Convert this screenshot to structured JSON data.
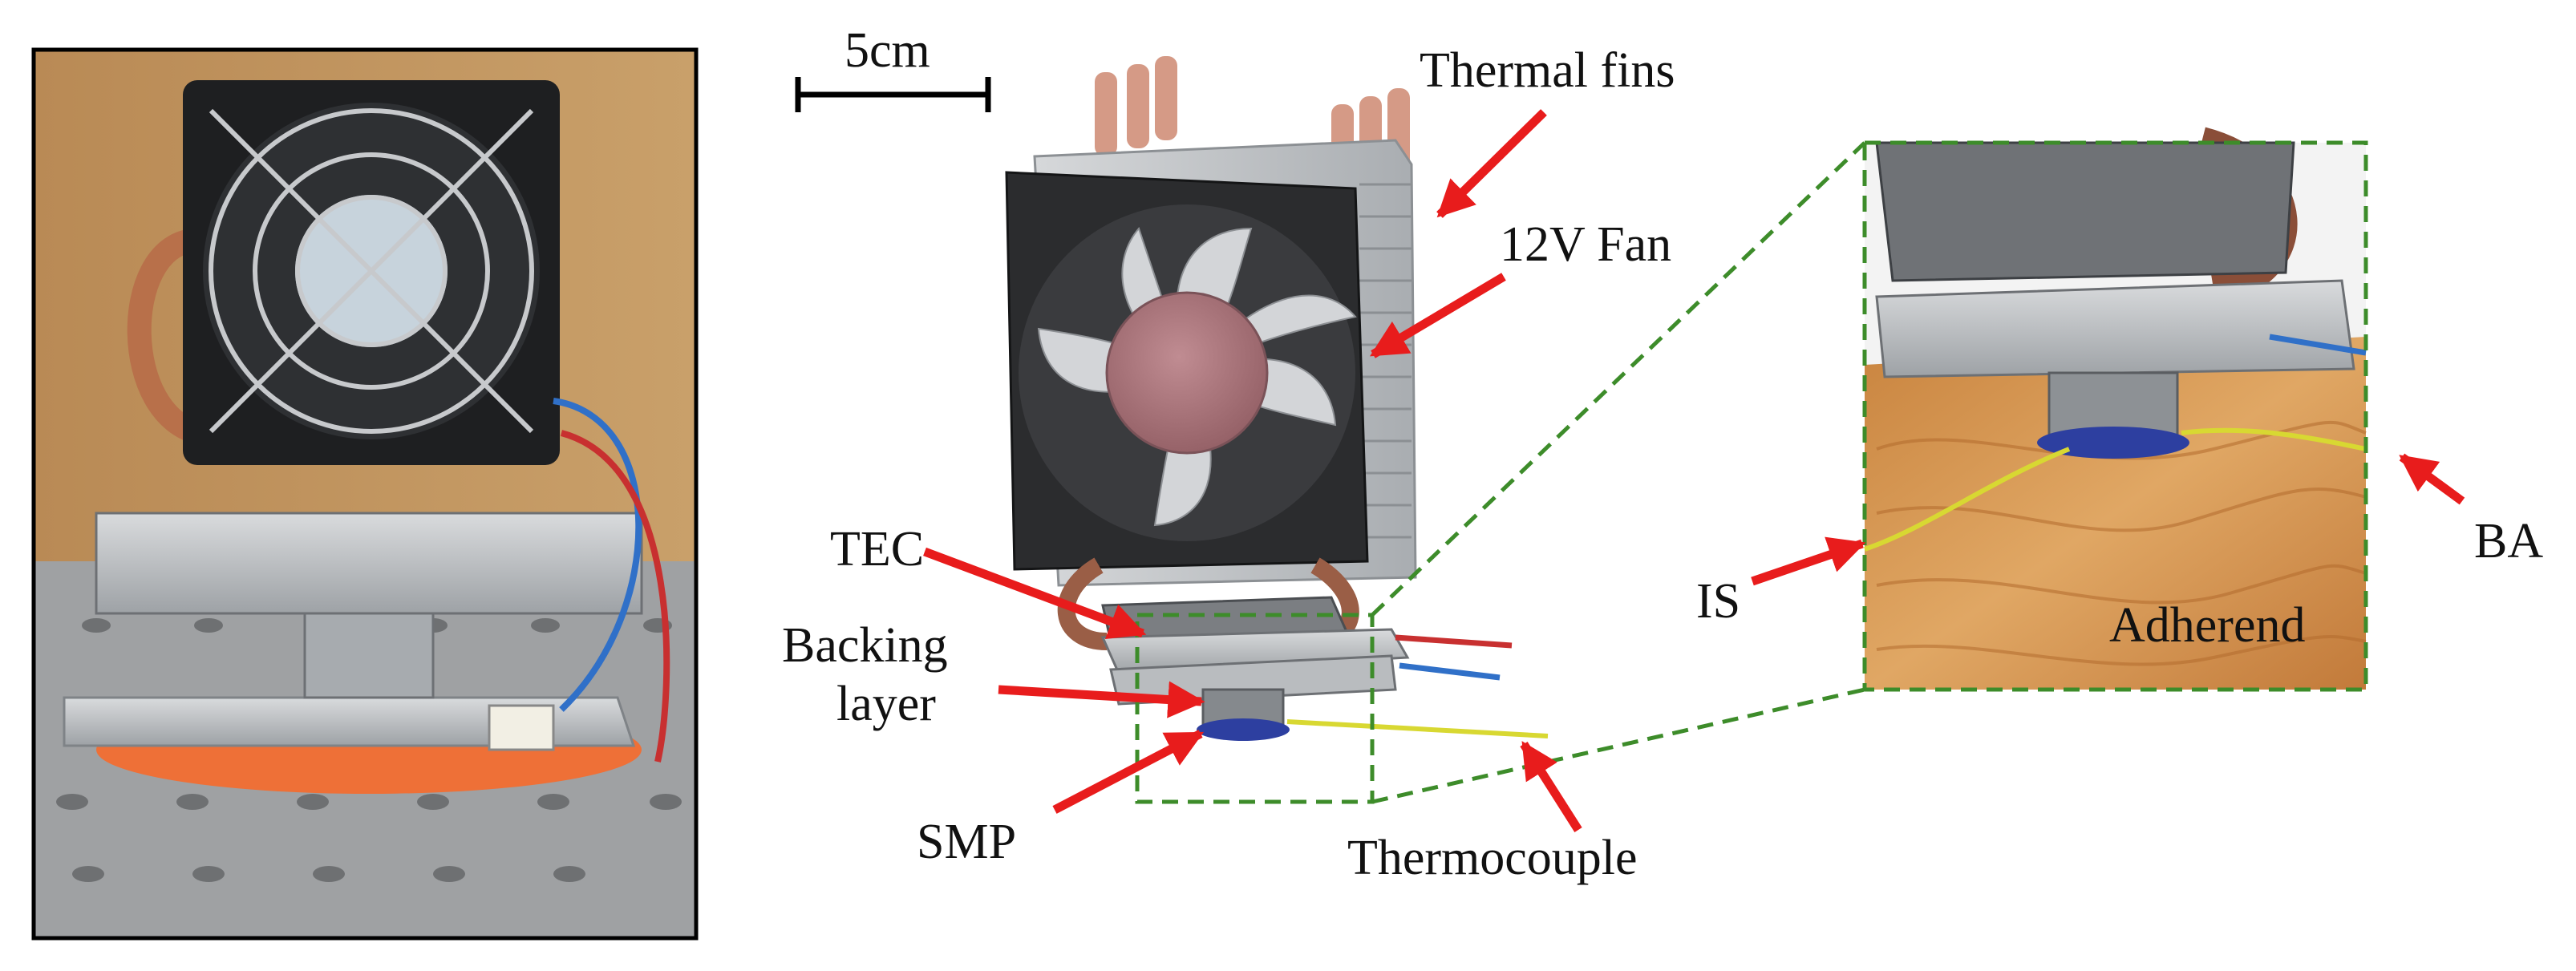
{
  "scale_bar": {
    "label": "5cm"
  },
  "labels": {
    "thermal_fins": "Thermal fins",
    "fan": "12V Fan",
    "tec": "TEC",
    "backing_layer_line1": "Backing",
    "backing_layer_line2": "layer",
    "smp": "SMP",
    "thermocouple": "Thermocouple",
    "is": "IS",
    "ba": "BA",
    "adherend": "Adherend"
  },
  "colors": {
    "arrow": "#e81c1c",
    "dashed_box": "#3d8c2a",
    "photo_border": "#000000",
    "copper": "#b8704a",
    "fan_hub": "#b07c82",
    "foam": "#ee7037",
    "wood": "#d99a55",
    "wire_yellow": "#d8d832",
    "wire_blue": "#3070c8",
    "wire_red": "#c83030"
  },
  "icons": {
    "photo": "device-photo",
    "render": "device-render",
    "zoom": "zoom-detail"
  }
}
